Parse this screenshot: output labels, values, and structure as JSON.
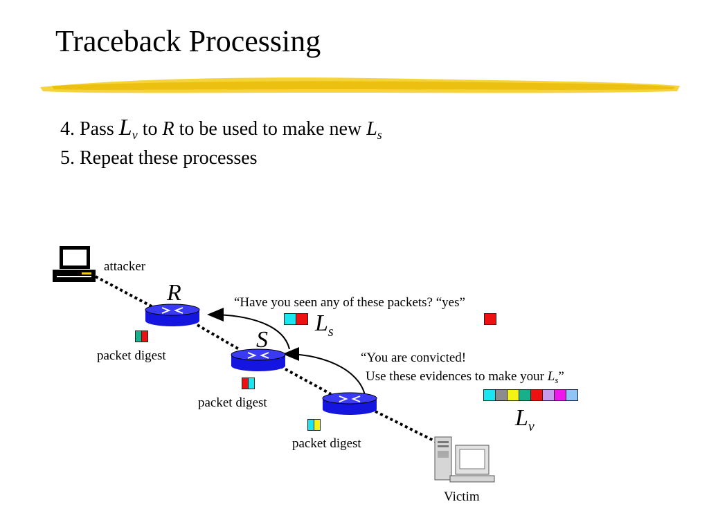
{
  "slide": {
    "title": "Traceback Processing",
    "steps": {
      "step4": {
        "prefix": "4. Pass ",
        "lv_letter": "L",
        "lv_sub": "v",
        "to": " to ",
        "r": "R",
        "middle": " to be used to make new ",
        "ls_letter": "L",
        "ls_sub": "s"
      },
      "step5": "5. Repeat these processes"
    }
  },
  "diagram": {
    "attacker_label": "attacker",
    "victim_label": "Victim",
    "router_r_label": "R",
    "router_s_label": "S",
    "packet_digest_label": "packet digest",
    "question_text": "“Have you seen any of these packets? “yes”",
    "answer_line1": "“You are convicted!",
    "answer_line2_prefix": "Use these evidences to make your ",
    "answer_line2_letter": "L",
    "answer_line2_sub": "s",
    "answer_line2_suffix": "”",
    "ls_letter": "L",
    "ls_sub": "s",
    "lv_letter": "L",
    "lv_sub": "v"
  },
  "colors": {
    "router_blue": "#1515e0",
    "highlight_yellow": "#f2cc18",
    "cyan": "#19e6f0",
    "red": "#ee1111",
    "gray": "#8c8c8c",
    "yellow": "#f3f314",
    "teal": "#18b08a",
    "lavender": "#c69cec",
    "magenta": "#ee16ee",
    "light_blue": "#90c4f4"
  }
}
